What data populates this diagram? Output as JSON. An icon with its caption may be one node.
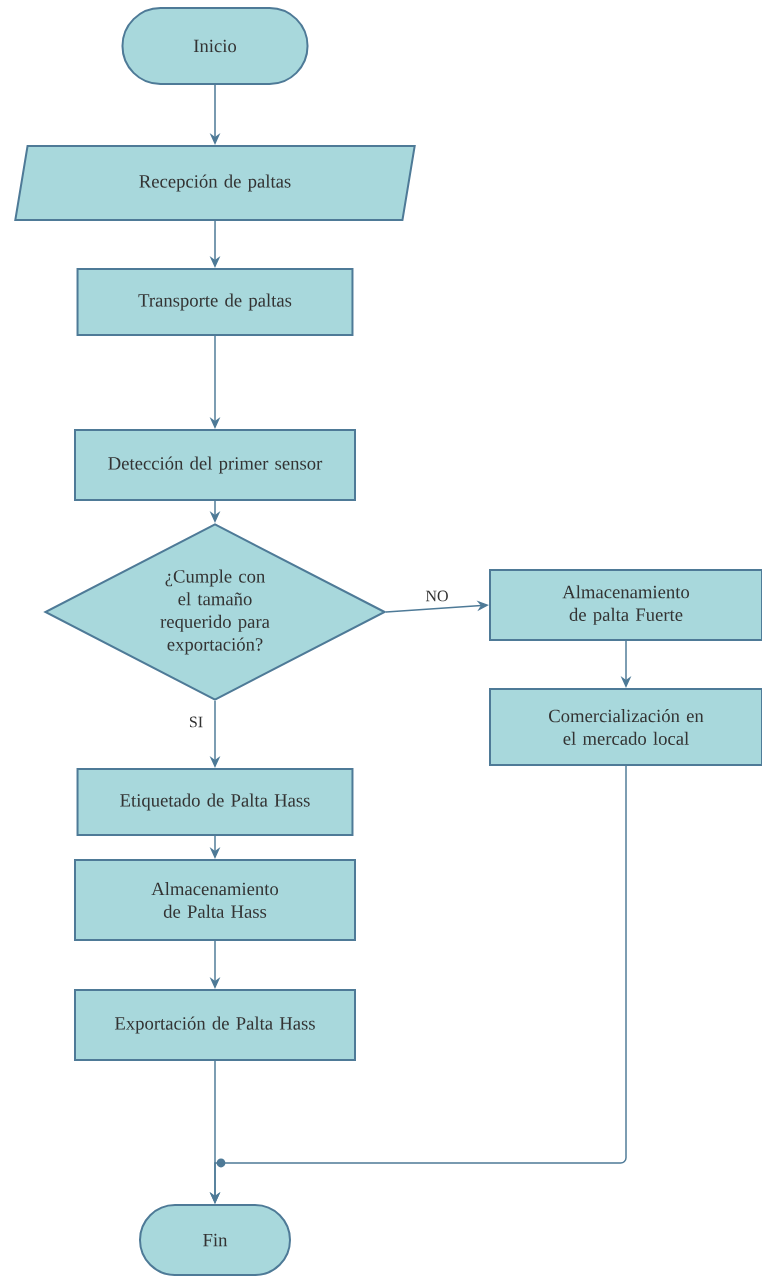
{
  "diagram": {
    "nodes": [
      {
        "text": [
          "Inicio"
        ]
      },
      {
        "text": [
          "Recepción de paltas"
        ]
      },
      {
        "text": [
          "Transporte de paltas"
        ]
      },
      {
        "text": [
          "Detección del primer sensor"
        ]
      },
      {
        "text": [
          "¿Cumple con el tamaño requerido para exportación?"
        ]
      },
      {
        "text": [
          "Almacenamiento de palta Fuerte"
        ]
      },
      {
        "text": [
          "Comercialización en el mercado local"
        ]
      },
      {
        "text": [
          "Etiquetado de Palta Hass"
        ]
      },
      {
        "text": [
          "Almacenamiento de Palta Hass"
        ]
      },
      {
        "text": [
          "Exportación de Palta Hass"
        ]
      },
      {
        "text": [
          "Fin"
        ]
      }
    ],
    "edges": [
      {
        "from": 0,
        "to": 1,
        "arrow": "to"
      },
      {
        "from": 1,
        "to": 2,
        "arrow": "to"
      },
      {
        "from": 2,
        "to": 3,
        "arrow": "to"
      },
      {
        "from": 3,
        "to": 4,
        "arrow": "to"
      },
      {
        "from": 4,
        "to": 5,
        "arrow": "to",
        "label": "NO"
      },
      {
        "from": 4,
        "to": 7,
        "arrow": "to",
        "label": "SI"
      },
      {
        "from": 5,
        "to": 6,
        "arrow": "to"
      },
      {
        "from": 7,
        "to": 8,
        "arrow": "to"
      },
      {
        "from": 8,
        "to": 9,
        "arrow": "to"
      },
      {
        "from": 9,
        "to": 10,
        "arrow": "to"
      },
      {
        "from": 6,
        "to": 10,
        "arrow": "to"
      }
    ]
  }
}
